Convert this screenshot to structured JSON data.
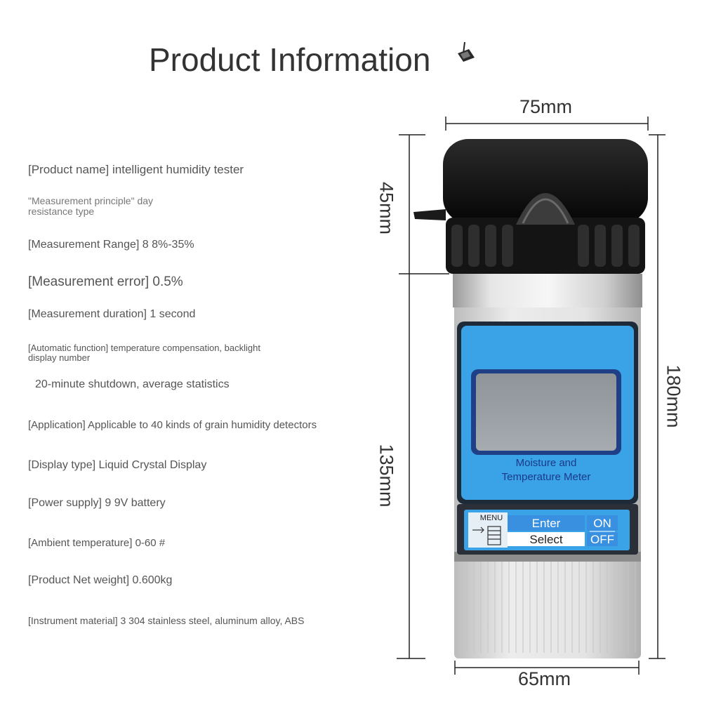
{
  "title": "Product Information",
  "specs": [
    {
      "text": "[Product name] intelligent humidity tester"
    },
    {
      "text": "\"Measurement principle\" day"
    },
    {
      "text": "resistance type"
    },
    {
      "text": "[Measurement Range] 8 8%-35%"
    },
    {
      "text": "[Measurement error] 0.5%"
    },
    {
      "text": "[Measurement duration] 1 second"
    },
    {
      "text": "[Automatic function] temperature compensation, backlight"
    },
    {
      "text": "display number"
    },
    {
      "text": "20-minute shutdown, average statistics"
    },
    {
      "text": "[Application] Applicable to 40 kinds of grain humidity detectors"
    },
    {
      "text": "[Display type] Liquid Crystal Display"
    },
    {
      "text": "[Power supply] 9 9V battery"
    },
    {
      "text": "[Ambient temperature] 0-60 #"
    },
    {
      "text": "[Product Net weight] 0.600kg"
    },
    {
      "text": "[Instrument material] 3 304 stainless steel, aluminum alloy, ABS"
    }
  ],
  "dimensions": {
    "width_top": "75mm",
    "cap_height": "45mm",
    "body_height": "135mm",
    "total_height": "180mm",
    "width_bottom": "65mm"
  },
  "device": {
    "label_line1": "Moisture and",
    "label_line2": "Temperature Meter",
    "menu_label": "MENU",
    "enter_label": "Enter",
    "select_label": "Select",
    "on_label": "ON",
    "off_label": "OFF"
  },
  "colors": {
    "panel_blue": "#3aa2e6",
    "lcd": "#9aa0a6",
    "cap": "#111111",
    "label_text": "#1a3a8a"
  }
}
